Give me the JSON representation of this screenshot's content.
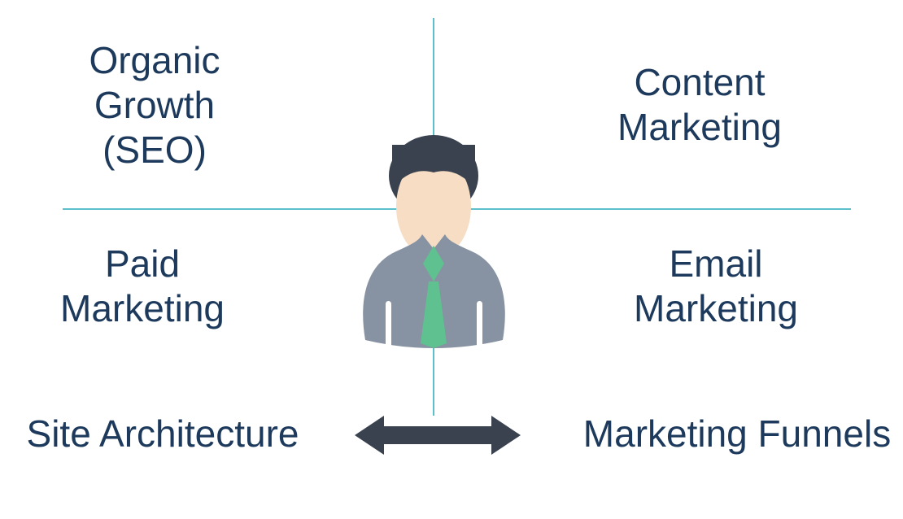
{
  "colors": {
    "line": "#5bc0cb",
    "text": "#1d3a5c",
    "dark": "#39424e",
    "skin": "#f6ddc3",
    "shirt": "#8793a3",
    "tie": "#5ec18f",
    "background": "#ffffff"
  },
  "labels": {
    "top_left": {
      "lines": [
        "Organic",
        "Growth",
        "(SEO)"
      ]
    },
    "top_right": {
      "lines": [
        "Content",
        "Marketing"
      ]
    },
    "middle_left": {
      "lines": [
        "Paid",
        "Marketing"
      ]
    },
    "middle_right": {
      "lines": [
        "Email",
        "Marketing"
      ]
    },
    "bottom_left": {
      "text": "Site Architecture"
    },
    "bottom_right": {
      "text": "Marketing Funnels"
    }
  },
  "icons": {
    "center": "person-avatar-icon",
    "bottom": "double-headed-arrow-icon"
  }
}
